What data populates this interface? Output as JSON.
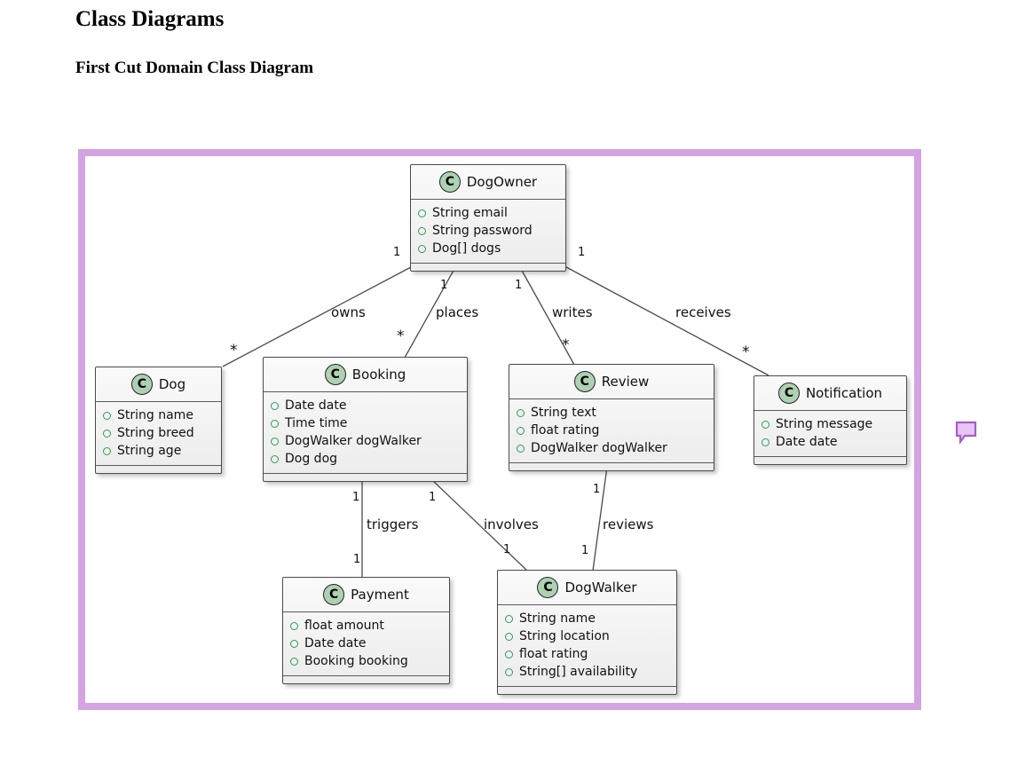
{
  "page": {
    "title": "Class Diagrams",
    "subtitle": "First Cut Domain Class Diagram"
  },
  "diagram": {
    "type": "uml-class-diagram",
    "frame_border_color": "#d5a3e2",
    "class_icon_letter": "C",
    "class_icon_fill": "#add1b2",
    "box_fill": "#f2f2f2",
    "box_border_color": "#4a4a4a",
    "field_bullet_color": "#2e9b57",
    "classes": [
      {
        "name": "DogOwner",
        "attributes": [
          "String email",
          "String password",
          "Dog[] dogs"
        ]
      },
      {
        "name": "Dog",
        "attributes": [
          "String name",
          "String breed",
          "String age"
        ]
      },
      {
        "name": "Booking",
        "attributes": [
          "Date date",
          "Time time",
          "DogWalker dogWalker",
          "Dog dog"
        ]
      },
      {
        "name": "Review",
        "attributes": [
          "String text",
          "float rating",
          "DogWalker dogWalker"
        ]
      },
      {
        "name": "Notification",
        "attributes": [
          "String message",
          "Date date"
        ]
      },
      {
        "name": "Payment",
        "attributes": [
          "float amount",
          "Date date",
          "Booking booking"
        ]
      },
      {
        "name": "DogWalker",
        "attributes": [
          "String name",
          "String location",
          "float rating",
          "String[] availability"
        ]
      }
    ],
    "relations": [
      {
        "label": "owns",
        "from": "DogOwner",
        "to": "Dog",
        "from_mult": "1",
        "to_mult": "*"
      },
      {
        "label": "places",
        "from": "DogOwner",
        "to": "Booking",
        "from_mult": "1",
        "to_mult": "*"
      },
      {
        "label": "writes",
        "from": "DogOwner",
        "to": "Review",
        "from_mult": "1",
        "to_mult": "*"
      },
      {
        "label": "receives",
        "from": "DogOwner",
        "to": "Notification",
        "from_mult": "1",
        "to_mult": "*"
      },
      {
        "label": "triggers",
        "from": "Booking",
        "to": "Payment",
        "from_mult": "1",
        "to_mult": "1"
      },
      {
        "label": "involves",
        "from": "Booking",
        "to": "DogWalker",
        "from_mult": "1",
        "to_mult": "1"
      },
      {
        "label": "reviews",
        "from": "Review",
        "to": "DogWalker",
        "from_mult": "1",
        "to_mult": "1"
      }
    ],
    "comment_marker": {
      "icon": "speech-bubble-icon",
      "border_color": "#a75cc8",
      "fill_color": "#e6c6f2"
    }
  }
}
